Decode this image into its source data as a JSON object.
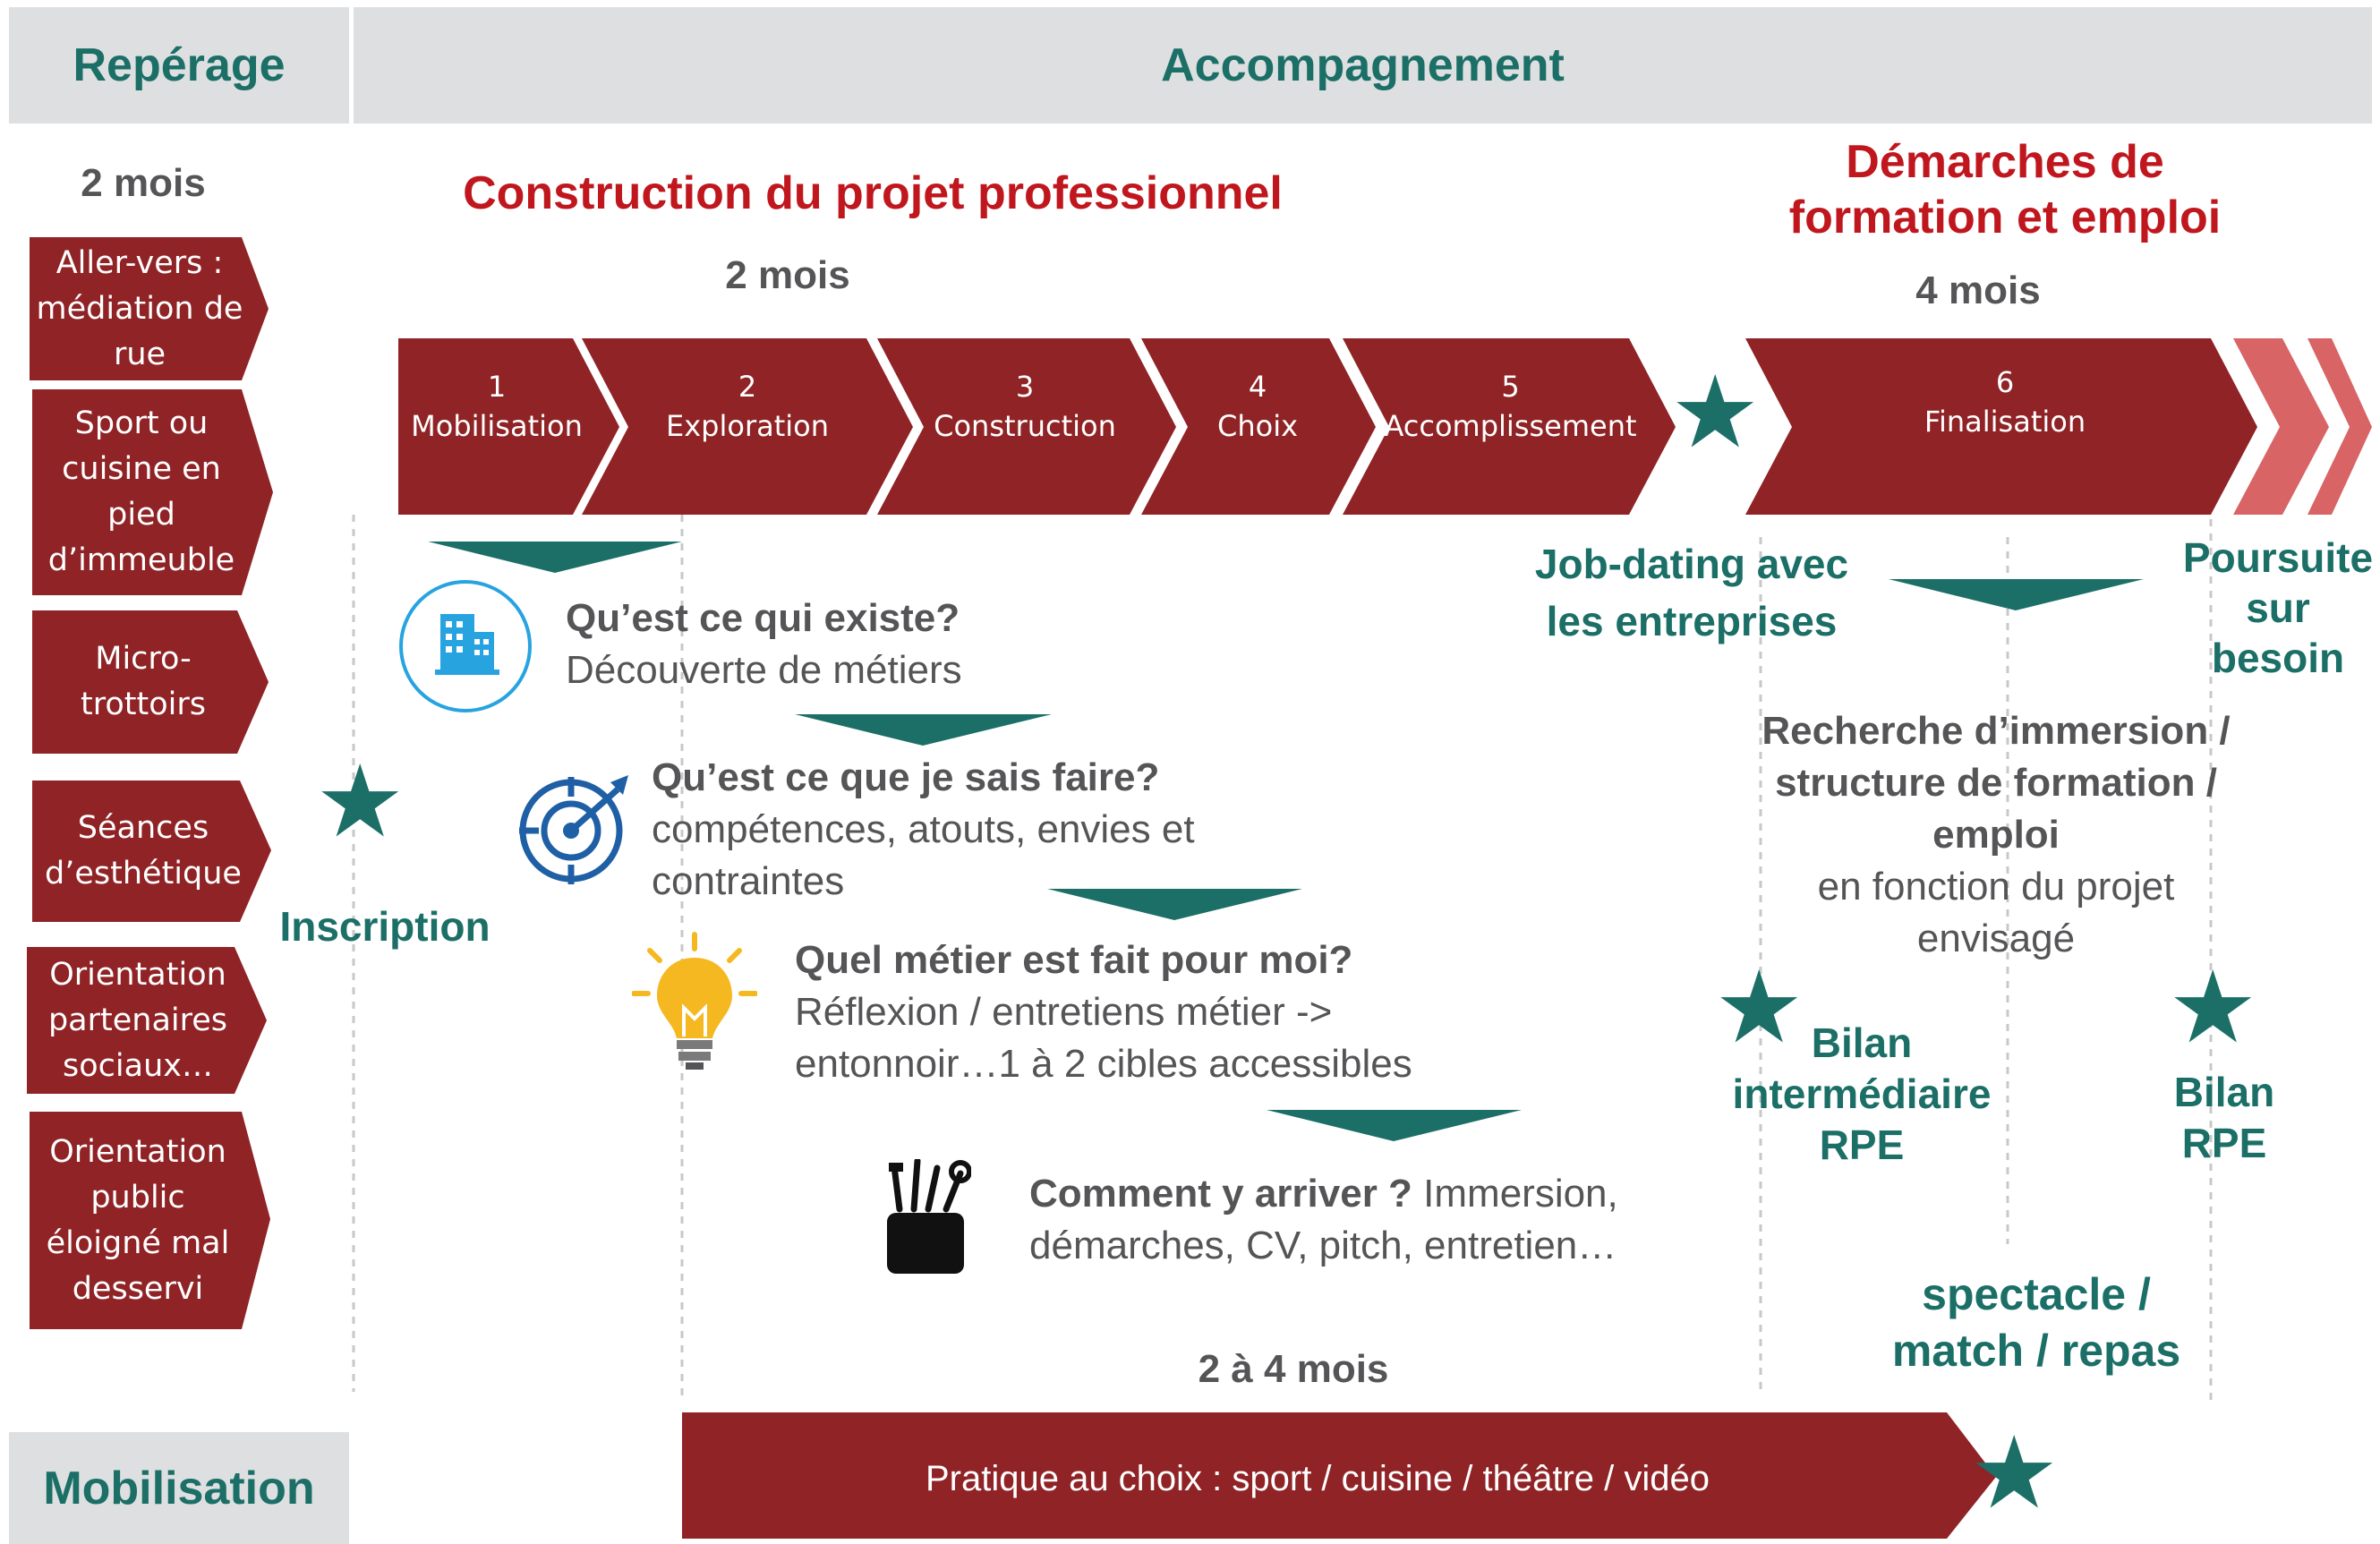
{
  "header": {
    "reperage": "Repérage",
    "accompagnement": "Accompagnement"
  },
  "reperage": {
    "duration": "2 mois",
    "items": [
      "Aller-vers : médiation de rue",
      "Sport ou cuisine en pied d’immeuble",
      "Micro-trottoirs",
      "Séances d’esthétique",
      "Orientation partenaires sociaux…",
      "Orientation public éloigné mal desservi"
    ],
    "inscription": "Inscription"
  },
  "construction": {
    "title": "Construction du projet professionnel",
    "duration": "2 mois",
    "steps": [
      {
        "num": "1",
        "label": "Mobilisation"
      },
      {
        "num": "2",
        "label": "Exploration"
      },
      {
        "num": "3",
        "label": "Construction"
      },
      {
        "num": "4",
        "label": "Choix"
      },
      {
        "num": "5",
        "label": "Accomplissement"
      }
    ],
    "questions": [
      {
        "q": "Qu’est ce qui existe?",
        "a": "Découverte de métiers",
        "icon": "building-icon"
      },
      {
        "q": "Qu’est ce que je sais faire?",
        "a": "compétences, atouts, envies et contraintes",
        "icon": "target-icon"
      },
      {
        "q": "Quel métier est fait pour moi?",
        "a": "Réflexion / entretiens métier -> entonnoir…1 à 2 cibles accessibles",
        "icon": "lightbulb-icon"
      },
      {
        "q": "Comment y arriver ?",
        "a": " Immersion, démarches, CV, pitch, entretien…",
        "icon": "toolbox-icon"
      }
    ]
  },
  "demarches": {
    "title": "Démarches de formation et emploi",
    "duration": "4 mois",
    "step": {
      "num": "6",
      "label": "Finalisation"
    },
    "job_dating": "Job-dating avec les entreprises",
    "poursuite": "Poursuite sur besoin",
    "recherche_bold": "Recherche d’immersion / structure de formation / emploi",
    "recherche_normal": "en fonction du projet envisagé",
    "bilan_intermediaire": "Bilan intermédiaire RPE",
    "bilan_rpe": "Bilan RPE",
    "spectacle": "spectacle / match / repas"
  },
  "mobilisation": {
    "label": "Mobilisation",
    "duration": "2 à 4 mois",
    "pratique": "Pratique au choix : sport / cuisine / théâtre / vidéo"
  },
  "colors": {
    "dark_red": "#8f2326",
    "light_red": "#d96466",
    "teal": "#1b6f67",
    "title_red": "#c0171e",
    "gray_text": "#555557",
    "header_gray": "#dedfe0"
  }
}
